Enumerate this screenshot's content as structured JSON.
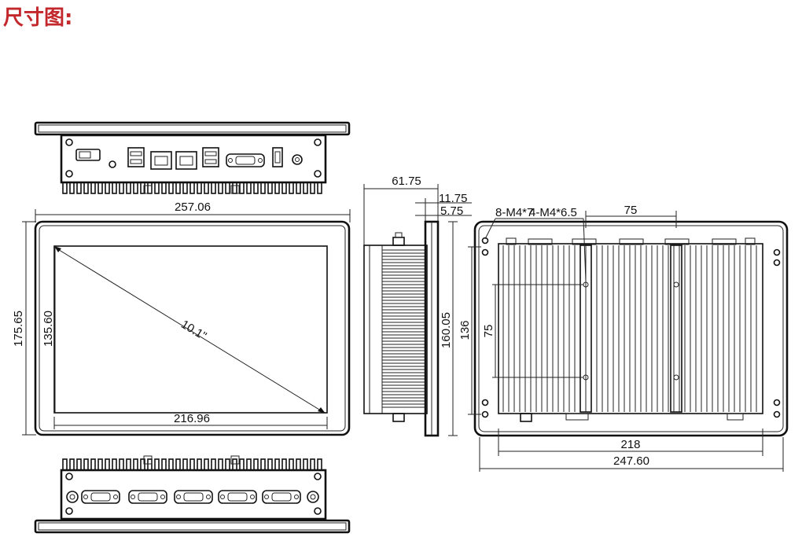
{
  "title": "尺寸图:",
  "dimensions": {
    "front_width": "257.06",
    "front_height": "175.65",
    "screen_height": "135.60",
    "screen_width": "216.96",
    "diagonal": "10.1\"",
    "side_depth": "61.75",
    "side_t1": "11.75",
    "side_t2": "5.75",
    "side_height": "160.05",
    "back_hole_a": "8-M4*7",
    "back_hole_b": "4-M4*6.5",
    "back_vesa_h": "75",
    "back_vesa_v": "75",
    "back_height": "136",
    "back_inner_w": "218",
    "back_outer_w": "247.60"
  }
}
